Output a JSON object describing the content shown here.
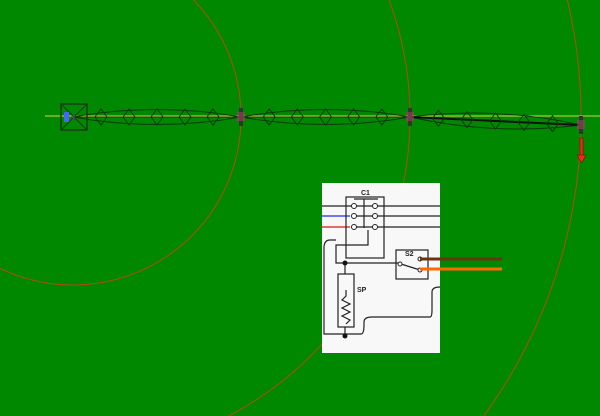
{
  "colors": {
    "background": "#008800",
    "circle": "#b04a1a",
    "axis": "#ccdd33",
    "wire_brown": "#6b3510",
    "wire_orange": "#ff6a00",
    "wire_blue": "#1a2aff",
    "wire_red": "#e01010",
    "arrow": "#ff2020"
  },
  "schematic": {
    "contactor_label": "C1",
    "switch_label": "S2",
    "heater_label": "SP"
  },
  "spans": 3
}
